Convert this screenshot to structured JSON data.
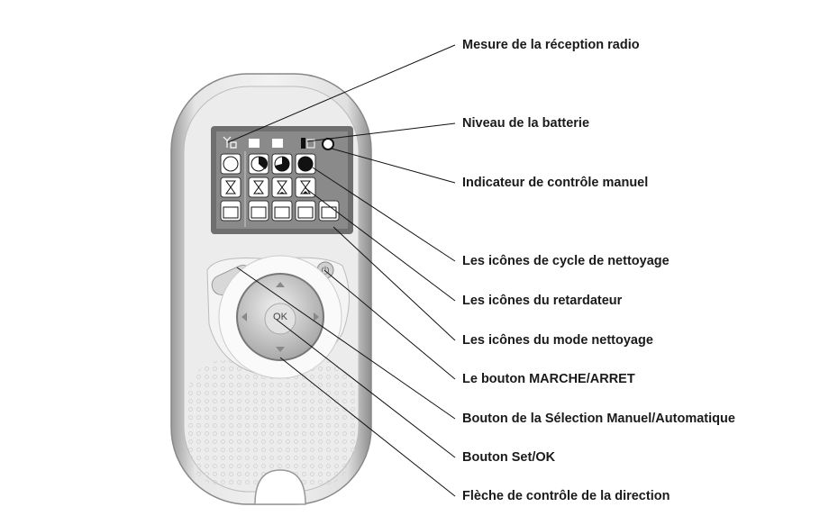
{
  "labels": [
    "Mesure de la réception radio",
    "Niveau de la batterie",
    "Indicateur de contrôle manuel",
    "Les icônes de cycle de nettoyage",
    "Les icônes du retardateur",
    "Les icônes du mode nettoyage",
    "Le bouton MARCHE/ARRET",
    "Bouton de la Sélection Manuel/Automatique",
    "Bouton Set/OK",
    "Flèche de contrôle de la direction"
  ],
  "device": {
    "ok_label": "OK"
  }
}
